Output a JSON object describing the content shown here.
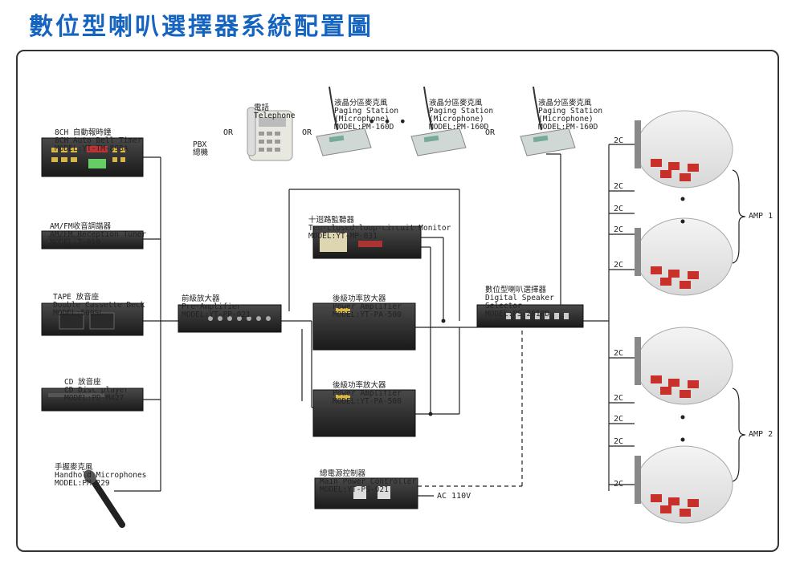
{
  "title": "數位型喇叭選擇器系統配置圖",
  "sources": {
    "bell_timer": {
      "zh": "8CH 自動報時鐘",
      "en": "8CH Auto Bell Timer",
      "model": "MODEL:YT-TM-898A"
    },
    "tuner": {
      "zh": "AM/FM收音調諧器",
      "en": "AM/FM Reception Tuner",
      "model": "MODEL:T-910"
    },
    "tape": {
      "zh": "TAPE 放音座",
      "en": "Double Cassette Deck",
      "model": "MODEL:500SL"
    },
    "cd": {
      "zh": "CD 放音座",
      "en": "CD Disc player",
      "model": "MODEL:PD-M427"
    },
    "mic": {
      "zh": "手握麥克風",
      "en": "Handhold Microphones",
      "model": "MODEL:PM-229"
    }
  },
  "pbx": {
    "line1": "PBX",
    "line2": "總機"
  },
  "or_label": "OR",
  "dots": "• • •",
  "telephone": {
    "zh": "電話",
    "en": "Telephone"
  },
  "paging": {
    "zh": "液晶分區麥克風",
    "en1": "Paging Station",
    "en2": "(Microphone)",
    "model": "MODEL:PM-160D"
  },
  "preamp": {
    "zh": "前級放大器",
    "en": "Pre-Amplifier",
    "model": "MODEL:YT-PP-021"
  },
  "monitor": {
    "zh": "十迴路監聽器",
    "en": "Ten-closed-loop-circuit Monitor",
    "model": "MODEL:YT-MP-031"
  },
  "power_amp": {
    "zh": "後級功率放大器",
    "en": "Power Amplifier",
    "model": "MODEL:YT-PA-500"
  },
  "selector": {
    "zh": "數位型喇叭選擇器",
    "en1": "Digital Speaker",
    "en2": "Selector",
    "model": "MODEL:PS-2010D"
  },
  "power_ctrl": {
    "zh": "總電源控制器",
    "en": "Main Power Controller",
    "model": "MODEL:YT-PS-021"
  },
  "ac_label": "AC 110V",
  "wire_label": "2C",
  "amp1": "AMP 1",
  "amp2": "AMP 2",
  "colors": {
    "title": "#1565c0",
    "frame": "#333333",
    "chair": "#c8302a"
  }
}
